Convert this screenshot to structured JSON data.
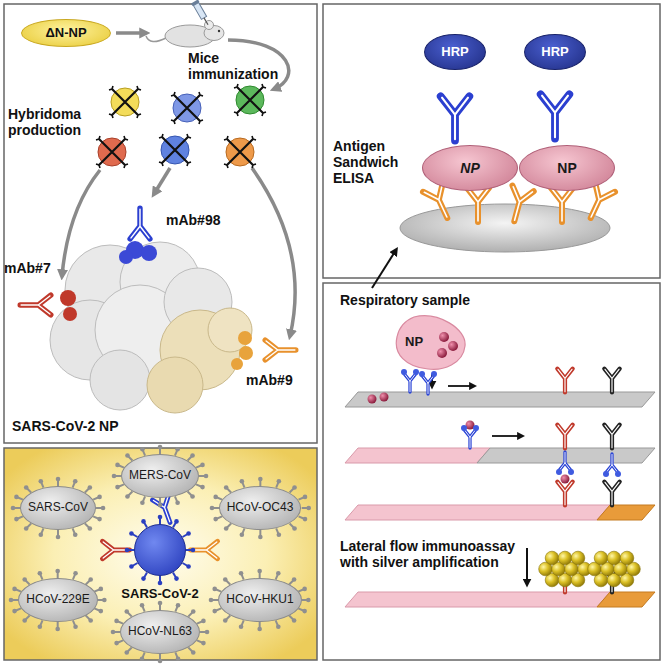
{
  "diagram": {
    "nodes": [
      {
        "text": [
          "ΔN-NP"
        ]
      },
      {
        "text": [
          "HRP"
        ]
      },
      {
        "text": [
          "HRP"
        ]
      },
      {
        "text": [
          "NP"
        ]
      },
      {
        "text": [
          "NP"
        ]
      },
      {
        "text": [
          "NP"
        ]
      },
      {
        "text": [
          "MERS-CoV"
        ]
      },
      {
        "text": [
          "SARS-CoV"
        ]
      },
      {
        "text": [
          "HCoV-OC43"
        ]
      },
      {
        "text": [
          "SARS-CoV-2"
        ]
      },
      {
        "text": [
          "HCoV-229E"
        ]
      },
      {
        "text": [
          "HCoV-HKU1"
        ]
      },
      {
        "text": [
          "HCoV-NL63"
        ]
      }
    ],
    "labels": [
      "Mice immunization",
      "Hybridoma production",
      "mAb#98",
      "mAb#7",
      "mAb#9",
      "SARS-CoV-2 NP",
      "Antigen Sandwich ELISA",
      "Respiratory sample",
      "Lateral flow immunoassay with silver amplification"
    ]
  }
}
